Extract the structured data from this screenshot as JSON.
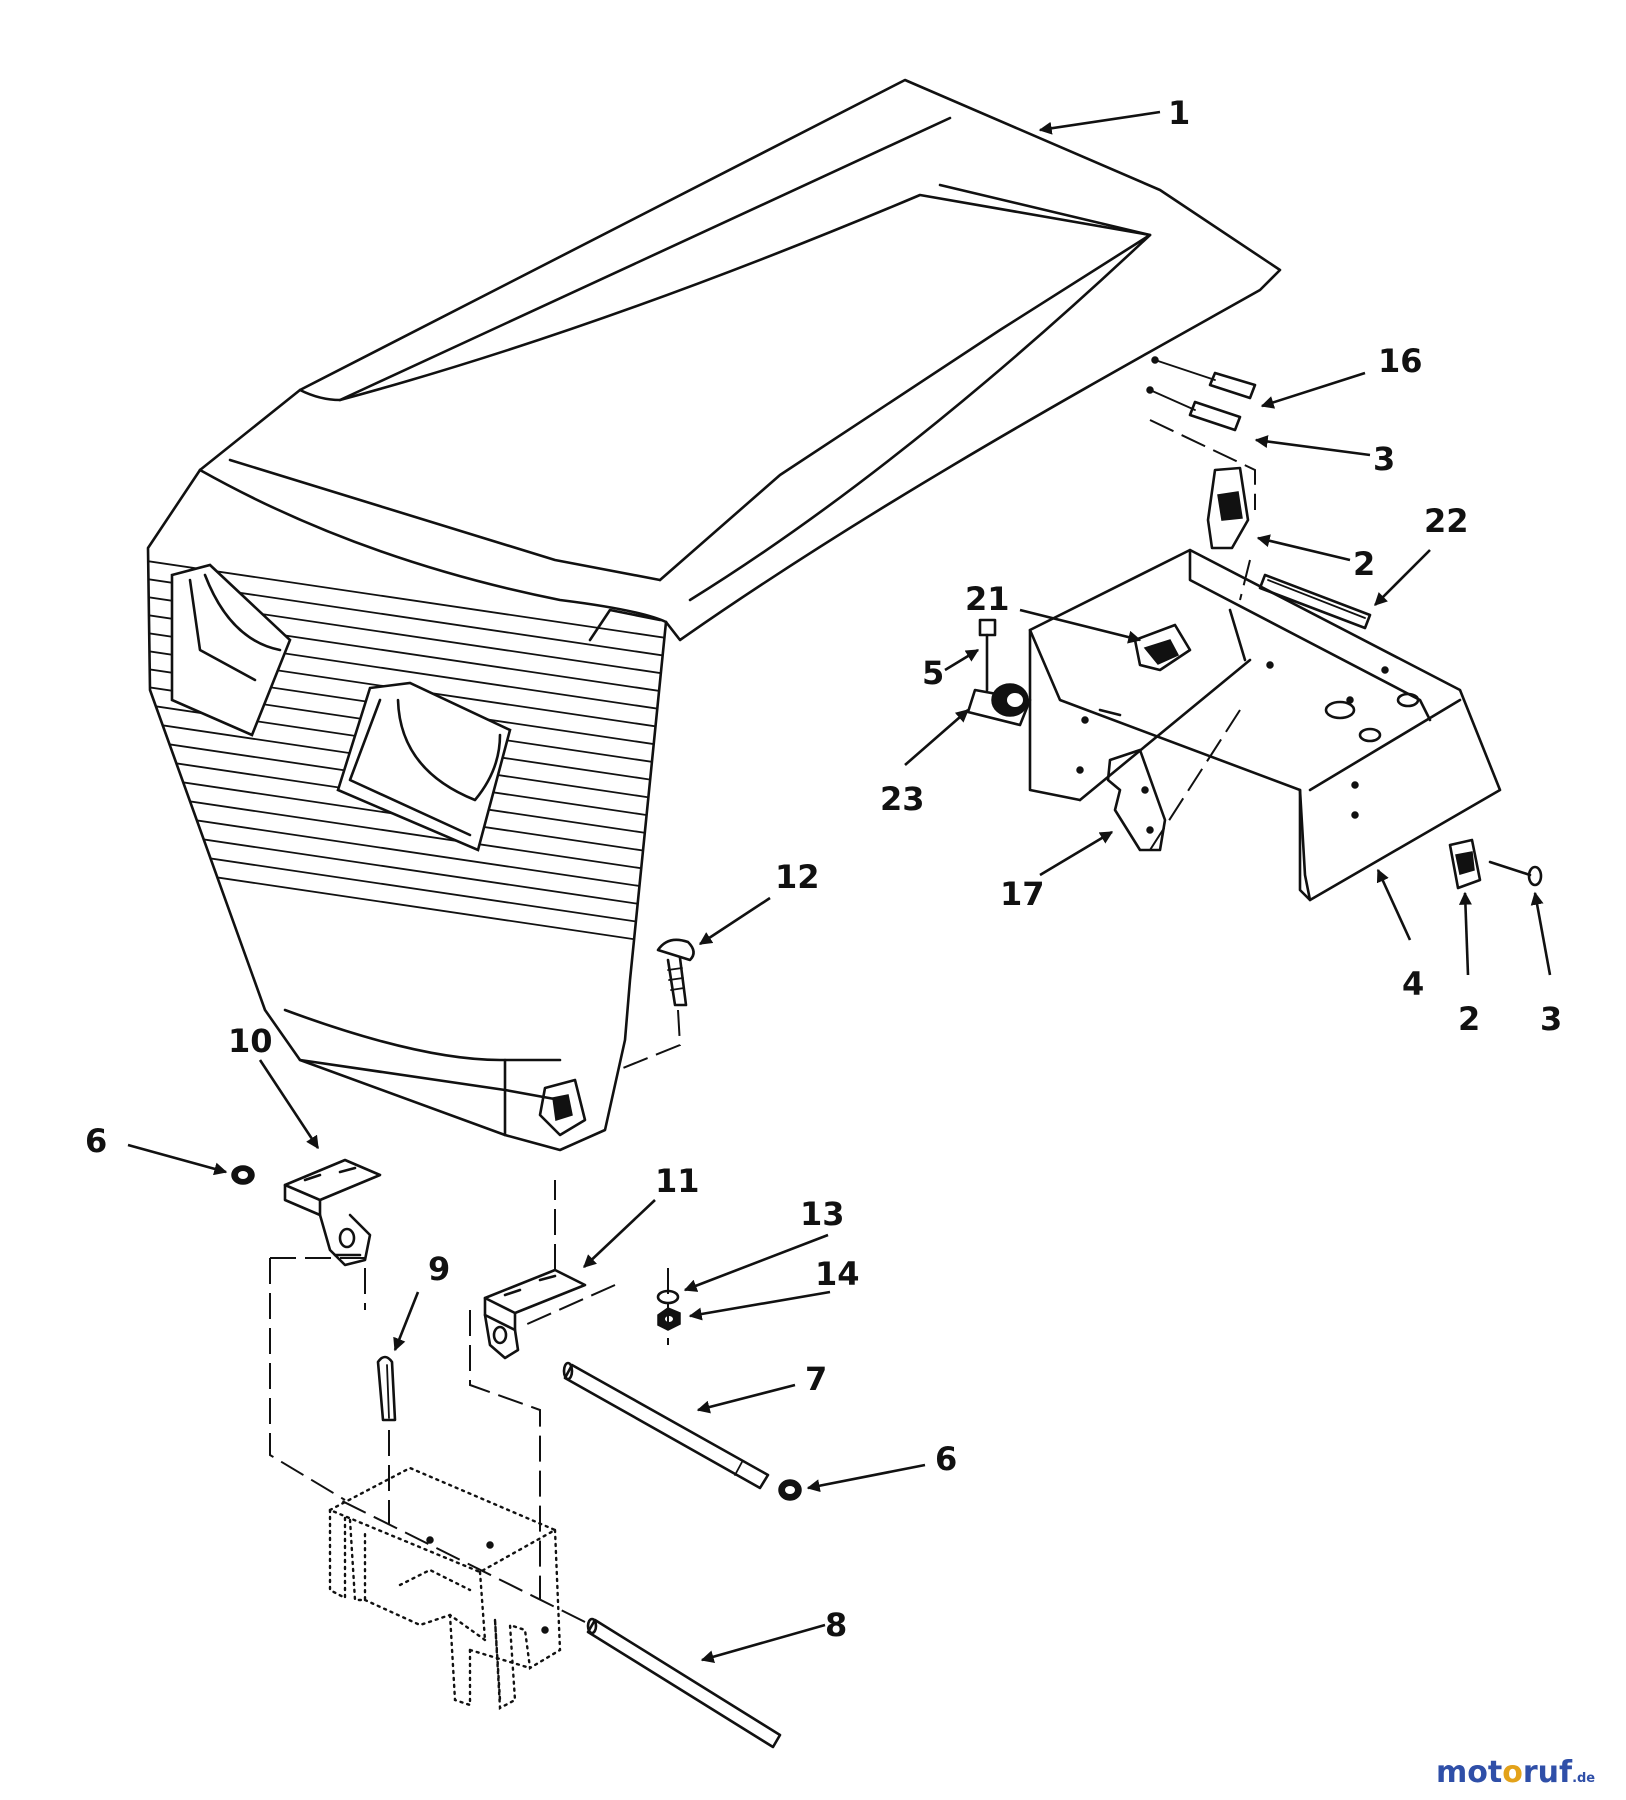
{
  "watermark": {
    "parts": [
      {
        "text": "mot",
        "color": "#2f4fa8"
      },
      {
        "text": "o",
        "color": "#e3a21a"
      },
      {
        "text": "ruf",
        "color": "#2f4fa8"
      }
    ],
    "suffix": ".de"
  },
  "callouts": [
    {
      "id": "c1",
      "text": "1"
    },
    {
      "id": "c16",
      "text": "16"
    },
    {
      "id": "c3a",
      "text": "3"
    },
    {
      "id": "c2a",
      "text": "2"
    },
    {
      "id": "c22",
      "text": "22"
    },
    {
      "id": "c21",
      "text": "21"
    },
    {
      "id": "c5",
      "text": "5"
    },
    {
      "id": "c23",
      "text": "23"
    },
    {
      "id": "c17",
      "text": "17"
    },
    {
      "id": "c4",
      "text": "4"
    },
    {
      "id": "c2b",
      "text": "2"
    },
    {
      "id": "c3b",
      "text": "3"
    },
    {
      "id": "c12",
      "text": "12"
    },
    {
      "id": "c10",
      "text": "10"
    },
    {
      "id": "c6a",
      "text": "6"
    },
    {
      "id": "c11",
      "text": "11"
    },
    {
      "id": "c13",
      "text": "13"
    },
    {
      "id": "c14",
      "text": "14"
    },
    {
      "id": "c9",
      "text": "9"
    },
    {
      "id": "c7",
      "text": "7"
    },
    {
      "id": "c6b",
      "text": "6"
    },
    {
      "id": "c8",
      "text": "8"
    }
  ]
}
